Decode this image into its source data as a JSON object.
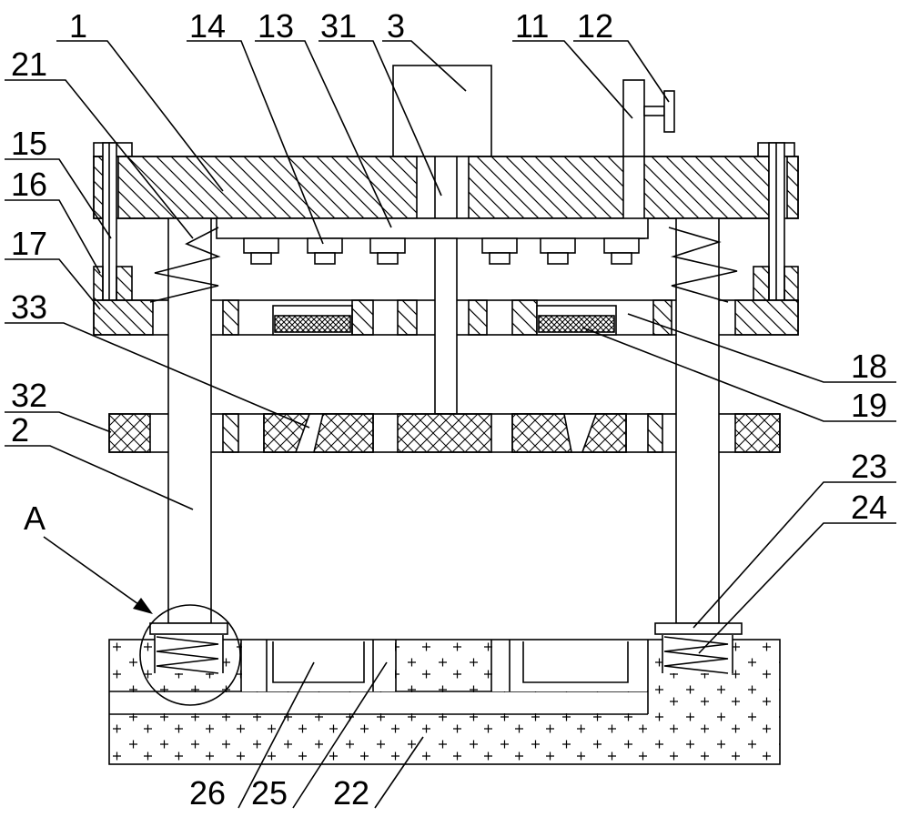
{
  "callouts": {
    "c1": "1",
    "c14": "14",
    "c13": "13",
    "c31": "31",
    "c3": "3",
    "c11": "11",
    "c12": "12",
    "c21": "21",
    "c15": "15",
    "c16": "16",
    "c17": "17",
    "c33": "33",
    "c32": "32",
    "c2": "2",
    "cA": "A",
    "c18": "18",
    "c19": "19",
    "c23": "23",
    "c24": "24",
    "c26": "26",
    "c25": "25",
    "c22": "22"
  }
}
